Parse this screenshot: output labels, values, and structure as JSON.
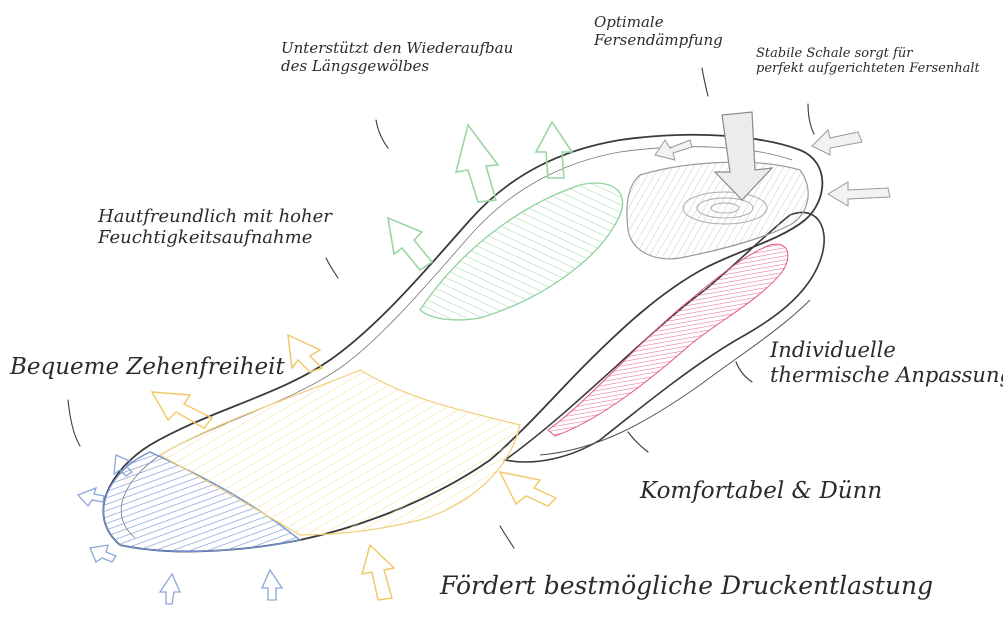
{
  "callouts": {
    "laengsgewoelbe": [
      "Unterstützt den Wiederaufbau",
      "des Längsgewölbes"
    ],
    "fersendaempfung": [
      "Optimale",
      "Fersendämpfung"
    ],
    "fersenhalt": [
      "Stabile Schale sorgt für",
      "perfekt aufgerichteten Fersenhalt"
    ],
    "hautfreundlich": [
      "Hautfreundlich mit hoher",
      "Feuchtigkeitsaufnahme"
    ],
    "zehenfreiheit": "Bequeme Zehenfreiheit",
    "anpassung": [
      "Individuelle",
      "thermische Anpassung"
    ],
    "komfortabel": "Komfortabel & Dünn",
    "druckentlastung": "Fördert bestmögliche Druckentlastung"
  },
  "colors": {
    "outline": "#3a3a3a",
    "arch_green": "#8fd19a",
    "toe_blue": "#6f8fd0",
    "forefoot_yellow": "#f2cf72",
    "heel_pink": "#ee6f8e",
    "heel_grey": "#9a9a9a",
    "arrow_yellow": "#f2c96a",
    "arrow_blue": "#8aa6d8"
  }
}
